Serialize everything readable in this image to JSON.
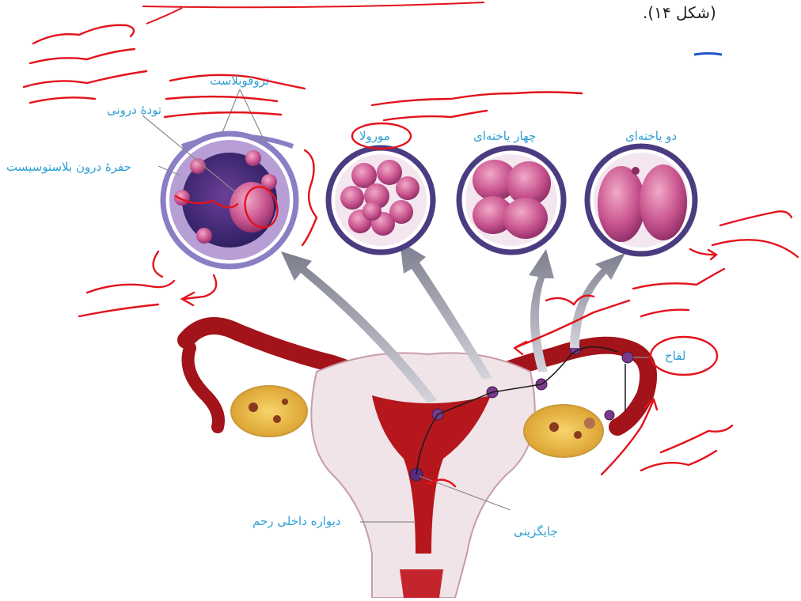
{
  "caption": "(شکل ۱۴).",
  "labels": {
    "two_cell": "دو یاخته‌ای",
    "four_cell": "چهار یاخته‌ای",
    "morula": "مورولا",
    "trophoblast": "تروفوبلاست",
    "inner_mass": "تودهٔ درونی",
    "blastocyst_cavity": "حفرهٔ درون بلاستوسیست",
    "fertilization": "لقاح",
    "implantation": "جایگزینی",
    "uterine_wall": "دیواره داخلی رحم"
  },
  "colors": {
    "label_blue": "#2e9fd4",
    "annotation_red": "#e3121b",
    "uterus_red": "#b5171d",
    "cell_pink": "#c9558f",
    "shell_purple": "#6a4fa8"
  }
}
